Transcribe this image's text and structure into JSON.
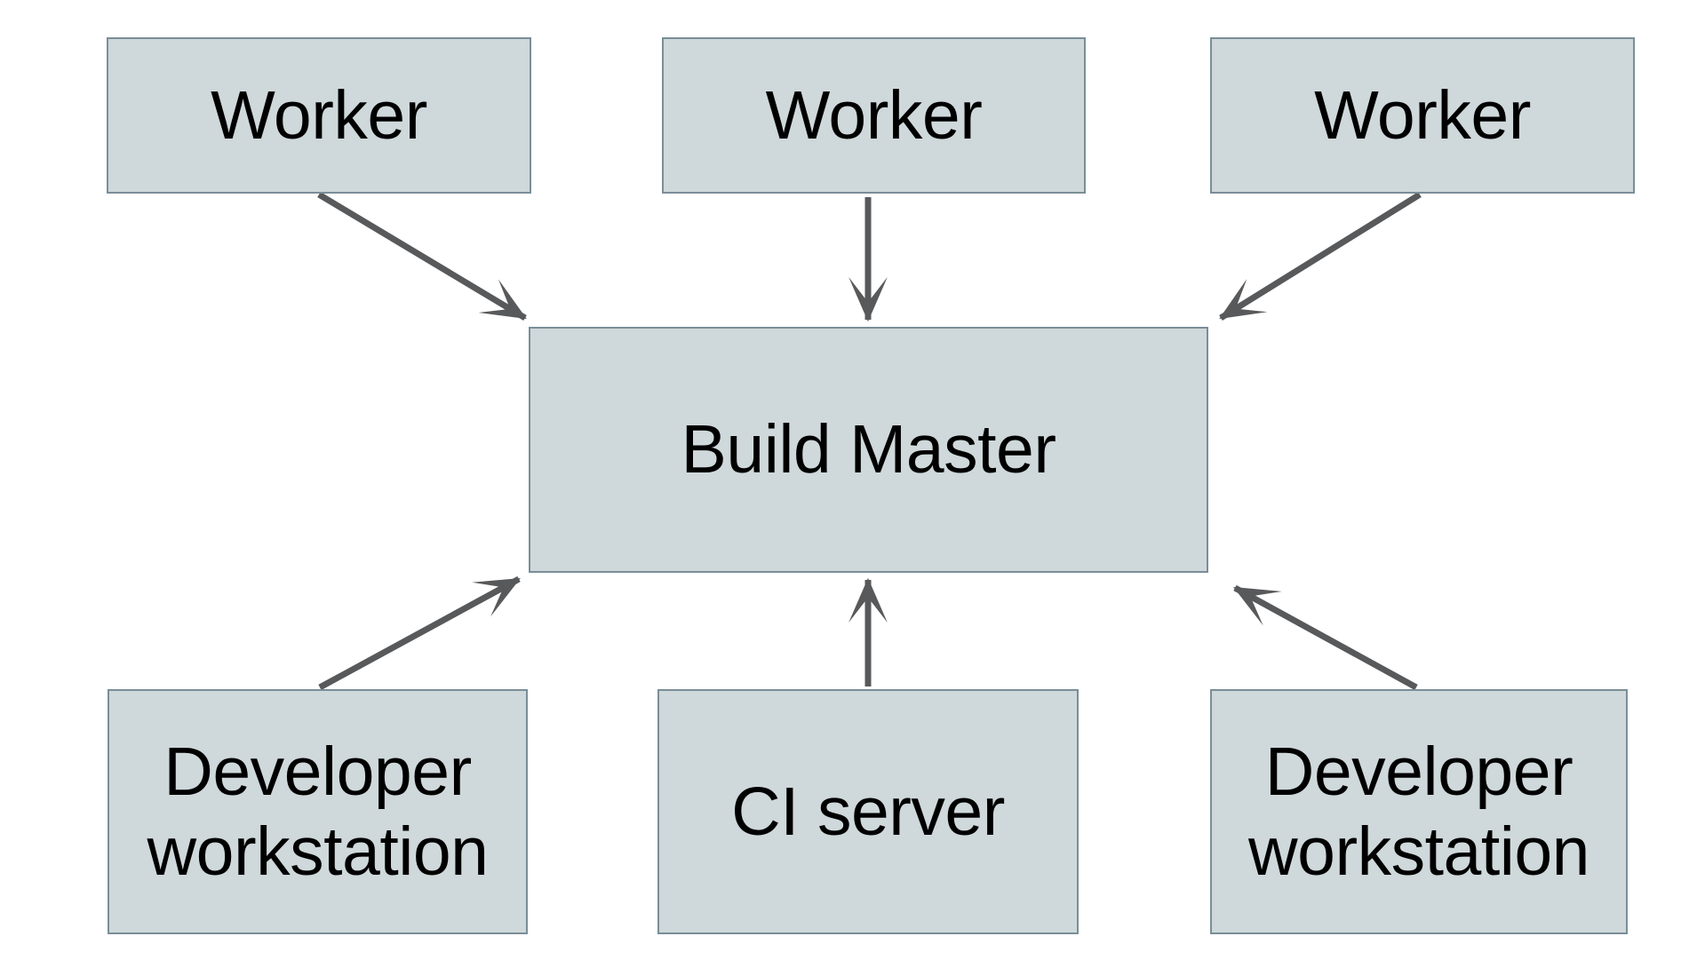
{
  "diagram": {
    "kind": "distributed-build-architecture",
    "background_color": "#ffffff"
  },
  "colors": {
    "node_fill": "#cfd8da",
    "node_border": "#7a8e98",
    "arrow": "#58595b",
    "text": "#000000",
    "background": "#ffffff"
  },
  "nodes": {
    "worker_1": {
      "label": "Worker"
    },
    "worker_2": {
      "label": "Worker"
    },
    "worker_3": {
      "label": "Worker"
    },
    "build_master": {
      "label": "Build Master"
    },
    "dev_workstation_left": {
      "label": "Developer workstation"
    },
    "ci_server": {
      "label": "CI server"
    },
    "dev_workstation_right": {
      "label": "Developer workstation"
    }
  },
  "edges": [
    {
      "from": "worker_1",
      "to": "build_master",
      "arrow": "to"
    },
    {
      "from": "worker_2",
      "to": "build_master",
      "arrow": "to"
    },
    {
      "from": "worker_3",
      "to": "build_master",
      "arrow": "to"
    },
    {
      "from": "dev_workstation_left",
      "to": "build_master",
      "arrow": "to"
    },
    {
      "from": "ci_server",
      "to": "build_master",
      "arrow": "to"
    },
    {
      "from": "dev_workstation_right",
      "to": "build_master",
      "arrow": "to"
    }
  ]
}
